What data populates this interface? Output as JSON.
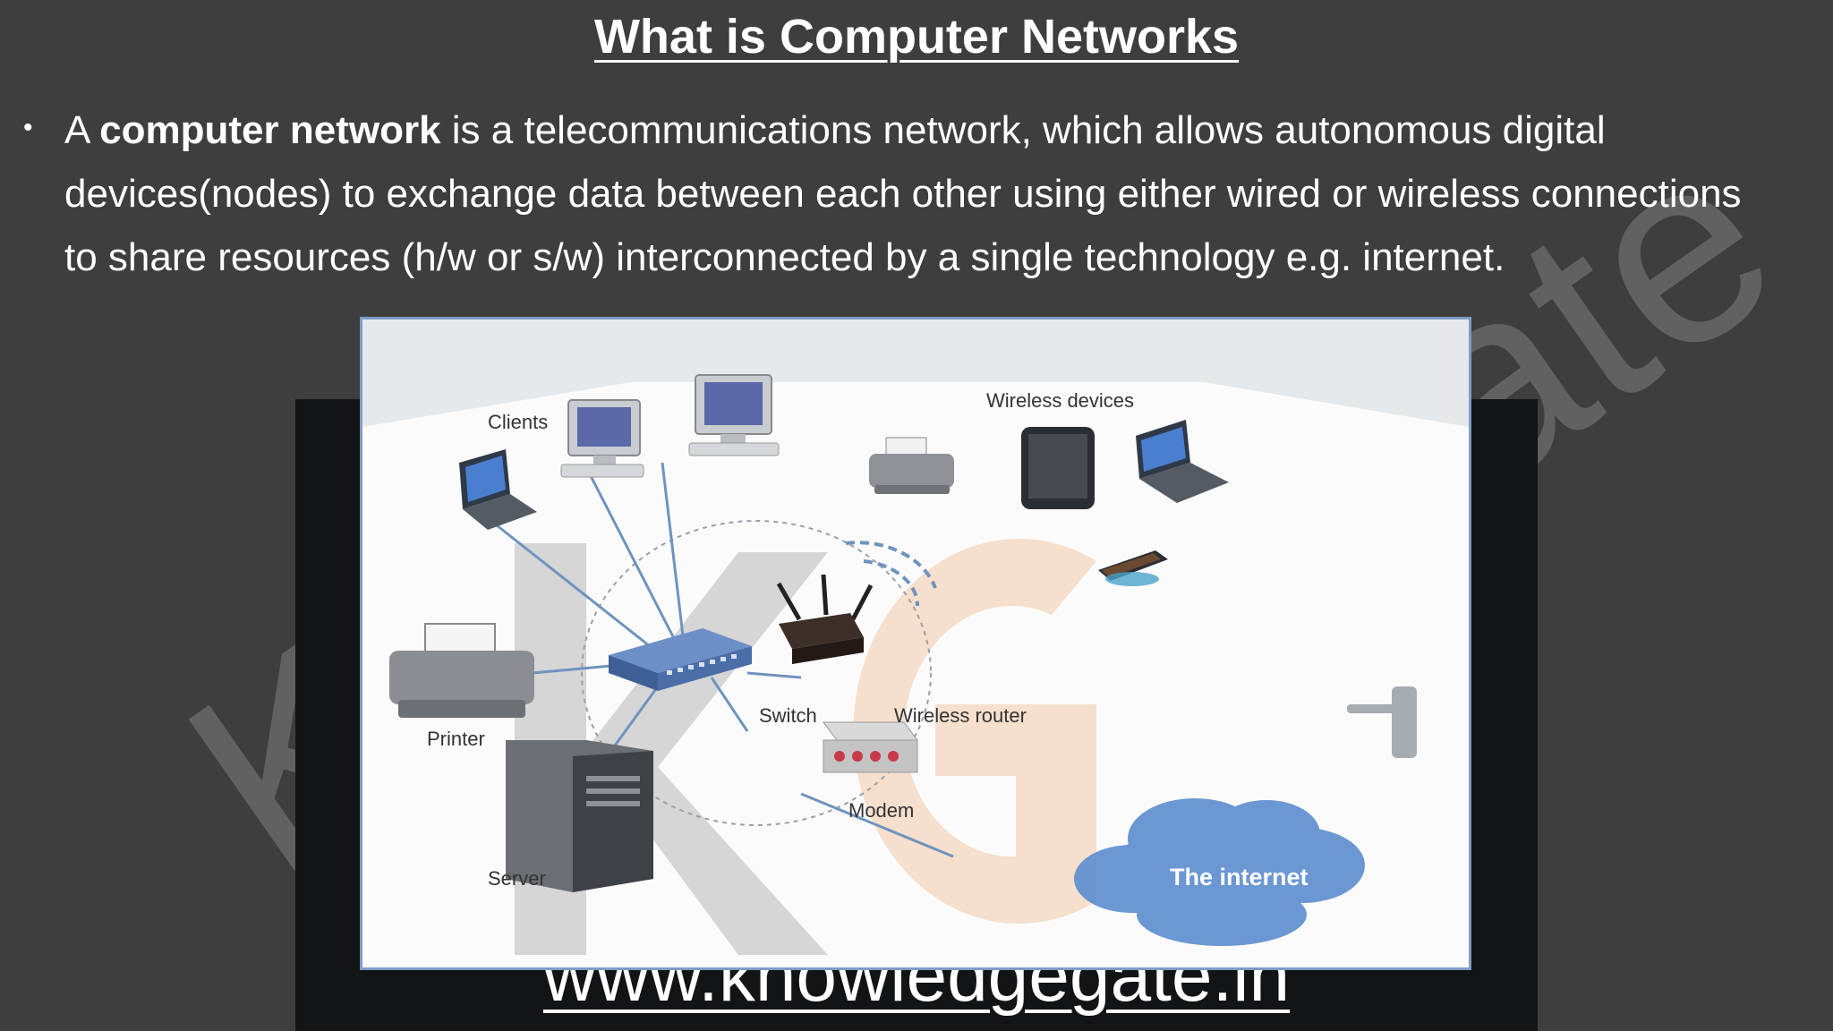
{
  "slide": {
    "title": "What is Computer Networks",
    "bullet": {
      "prefix": "A ",
      "term": "computer network",
      "body": " is a telecommunications network, which allows autonomous digital devices(nodes) to exchange data between each other using either wired or wireless connections to share resources (h/w or s/w) interconnected by a single technology e.g. internet."
    }
  },
  "diagram": {
    "labels": {
      "clients": "Clients",
      "wireless_devices": "Wireless devices",
      "printer": "Printer",
      "switch": "Switch",
      "wireless_router": "Wireless router",
      "modem": "Modem",
      "server": "Server",
      "internet": "The internet"
    },
    "colors": {
      "link": "#6f93bf",
      "cloud": "#5f8fd0",
      "frame_border": "#7f9cc4"
    }
  },
  "watermark": {
    "url": "www.knowledgegate.in",
    "text_left": "Kn",
    "text_right": "ate"
  }
}
